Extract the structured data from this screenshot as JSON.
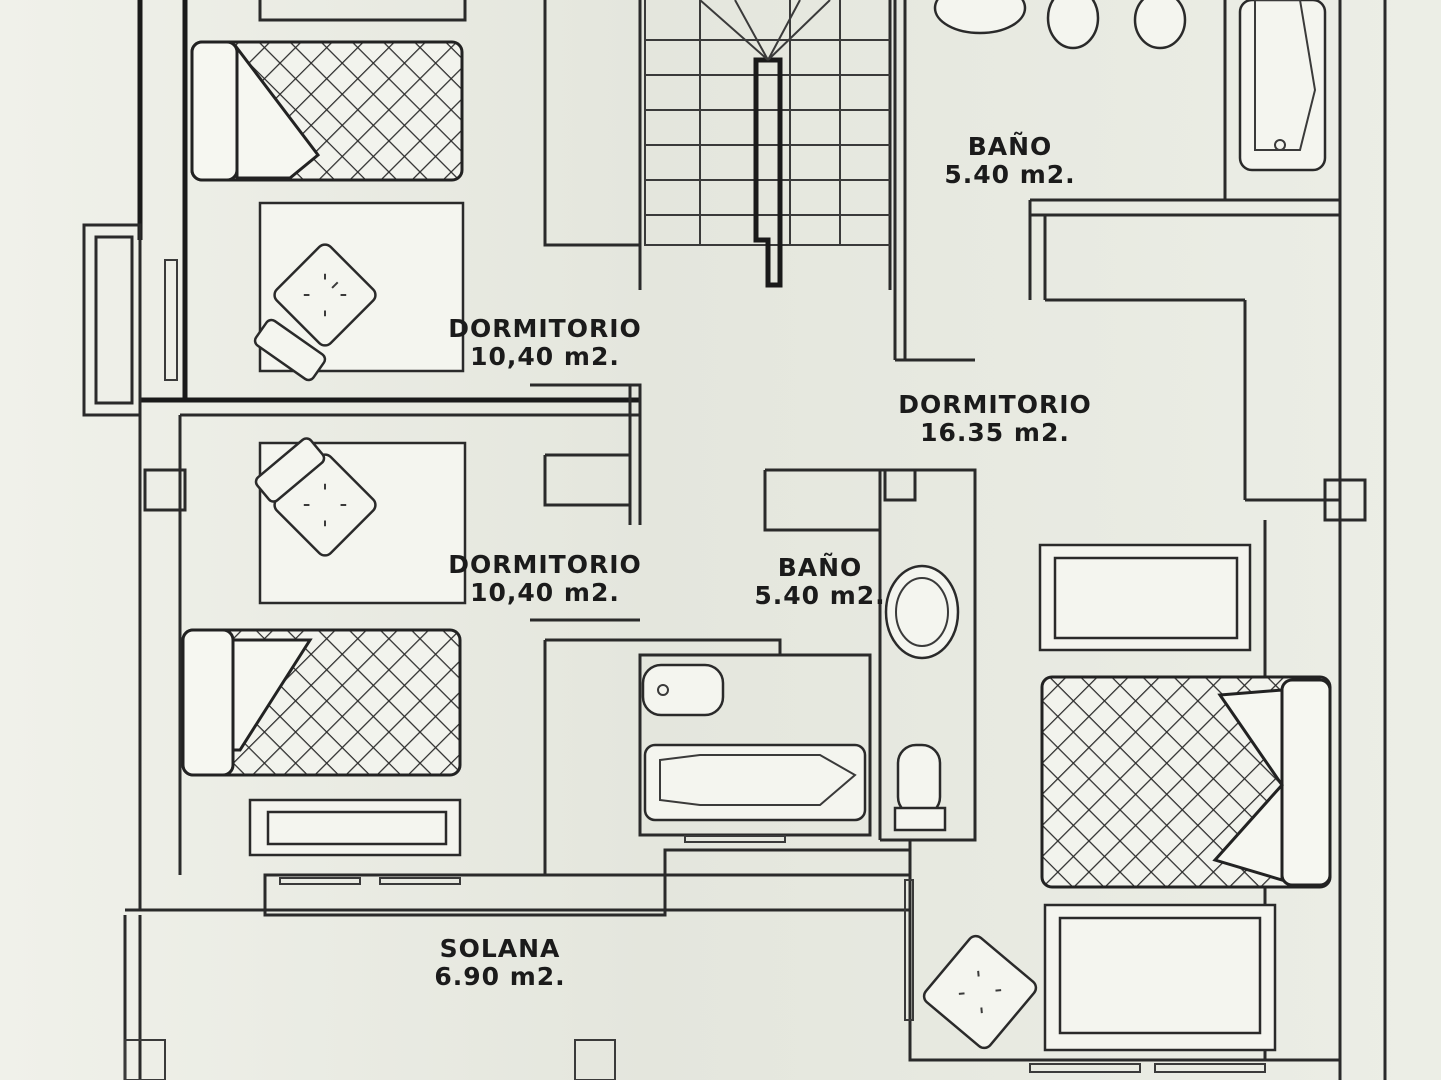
{
  "rooms": [
    {
      "name": "BAÑO",
      "area": "5.40 m2."
    },
    {
      "name": "DORMITORIO",
      "area": "10,40 m2."
    },
    {
      "name": "DORMITORIO",
      "area": "16.35 m2."
    },
    {
      "name": "DORMITORIO",
      "area": "10,40 m2."
    },
    {
      "name": "BAÑO",
      "area": "5.40 m2."
    },
    {
      "name": "SOLANA",
      "area": "6.90 m2."
    }
  ]
}
